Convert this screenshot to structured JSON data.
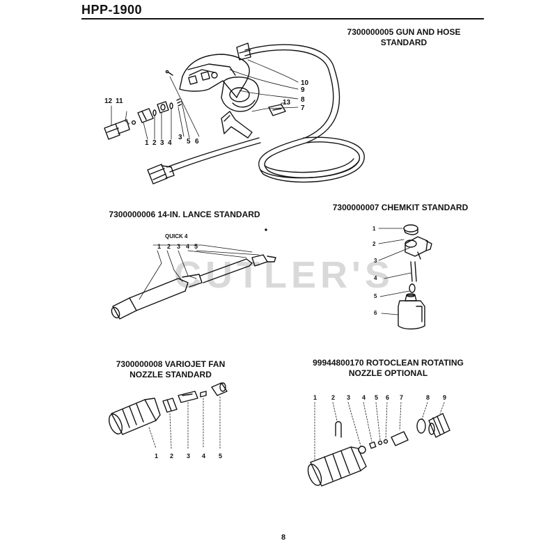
{
  "header": {
    "title": "HPP-1900"
  },
  "watermark": "CUTLER'S",
  "page_number": "8",
  "sections": [
    {
      "title_lines": [
        "7300000005 GUN AND HOSE",
        "STANDARD"
      ],
      "callouts": [
        "1",
        "2",
        "3",
        "4",
        "3",
        "5",
        "6",
        "7",
        "8",
        "9",
        "10",
        "11",
        "12",
        "13"
      ]
    },
    {
      "title_lines": [
        "7300000006 14-IN. LANCE STANDARD"
      ],
      "group_label": "QUICK 4",
      "callouts": [
        "1",
        "2",
        "3",
        "4",
        "5"
      ]
    },
    {
      "title_lines": [
        "7300000007 CHEMKIT STANDARD"
      ],
      "callouts": [
        "1",
        "2",
        "3",
        "4",
        "5",
        "6"
      ]
    },
    {
      "title_lines": [
        "7300000008  VARIOJET FAN",
        "NOZZLE STANDARD"
      ],
      "callouts": [
        "1",
        "2",
        "3",
        "4",
        "5"
      ]
    },
    {
      "title_lines": [
        "99944800170 ROTOCLEAN ROTATING",
        "NOZZLE OPTIONAL"
      ],
      "callouts": [
        "1",
        "2",
        "3",
        "4",
        "5",
        "6",
        "7",
        "8",
        "9"
      ]
    }
  ]
}
